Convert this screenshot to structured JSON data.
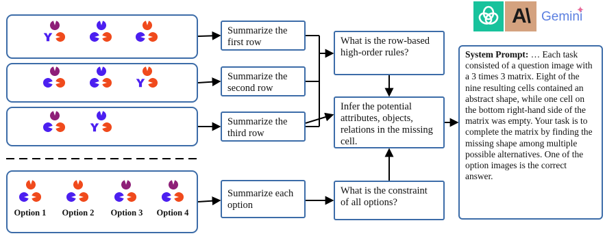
{
  "steps": {
    "first_row": "Summarize the first row",
    "second_row": "Summarize the second row",
    "third_row": "Summarize the third row",
    "options": "Summarize each option",
    "row_rules": "What is the row-based high-order rules?",
    "infer": "Infer the potential attributes, objects, relations in the missing cell.",
    "constraint": "What is the constraint of all options?"
  },
  "options": [
    "Option 1",
    "Option 2",
    "Option 3",
    "Option 4"
  ],
  "system_prompt": {
    "label": "System Prompt:",
    "text": "… Each task consisted of a question image with a 3 times 3 matrix. Eight of the nine resulting cells contained an abstract shape, while one cell on the bottom right-hand side of the matrix was empty. Your task is to complete the matrix by finding the missing shape among multiple possible alternatives. One of the option images is the correct answer."
  },
  "logos": {
    "gemini": "Gemini",
    "anthropic": "A\\"
  },
  "colors": {
    "border": "#3c6ca8",
    "red": "#f04a1c",
    "purple": "#8e1f78",
    "blue": "#4b1ff0",
    "openai_bg": "#18c29c",
    "anthropic_bg": "#d4a27f"
  }
}
